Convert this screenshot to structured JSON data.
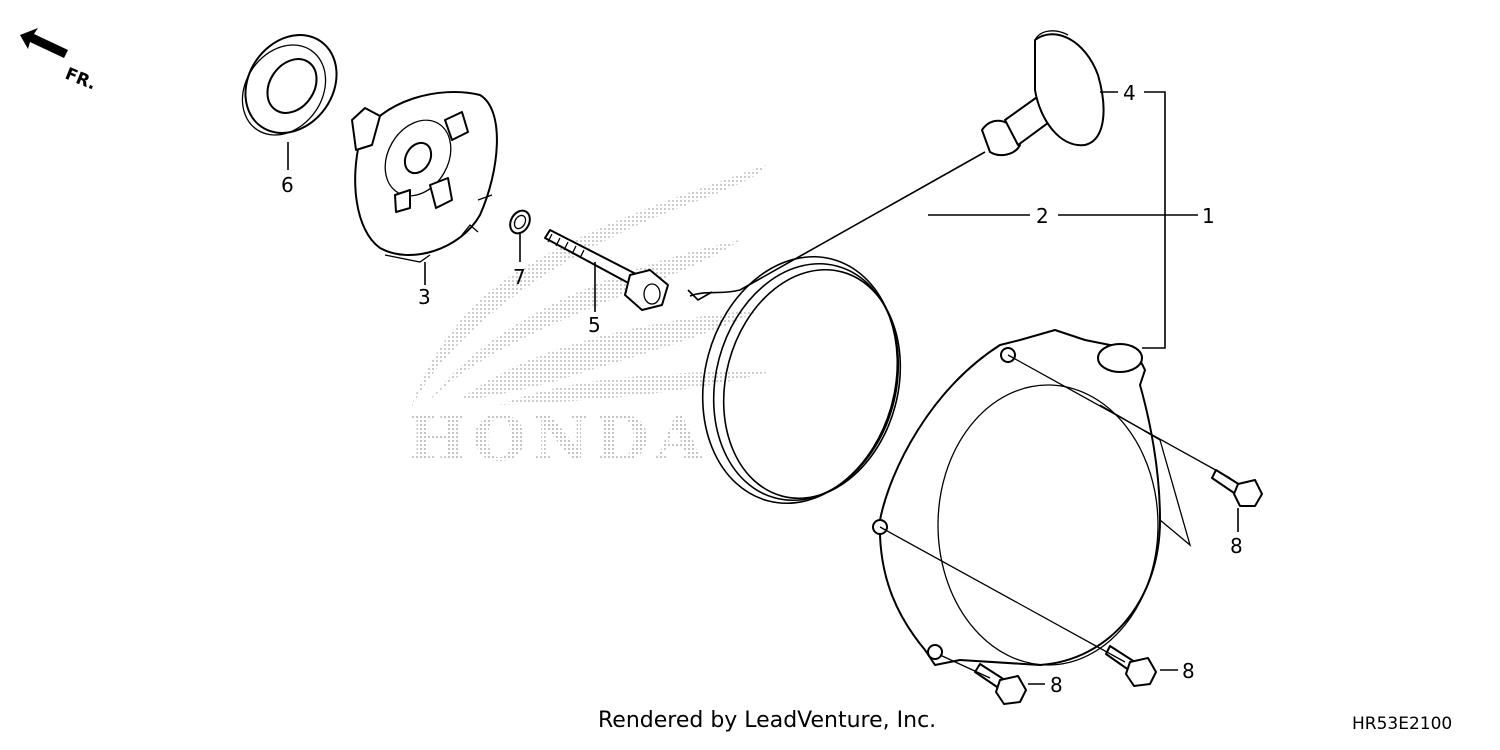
{
  "direction_label": "FR.",
  "watermark": {
    "text": "HONDA"
  },
  "callouts": [
    {
      "id": "1",
      "text": "1"
    },
    {
      "id": "2",
      "text": "2"
    },
    {
      "id": "3",
      "text": "3"
    },
    {
      "id": "4",
      "text": "4"
    },
    {
      "id": "5",
      "text": "5"
    },
    {
      "id": "6",
      "text": "6"
    },
    {
      "id": "7",
      "text": "7"
    },
    {
      "id": "8a",
      "text": "8"
    },
    {
      "id": "8b",
      "text": "8"
    },
    {
      "id": "8c",
      "text": "8"
    }
  ],
  "footer": {
    "credit": "Rendered by LeadVenture, Inc.",
    "code": "HR53E2100"
  },
  "icons": {
    "direction": "arrow-front-icon"
  }
}
